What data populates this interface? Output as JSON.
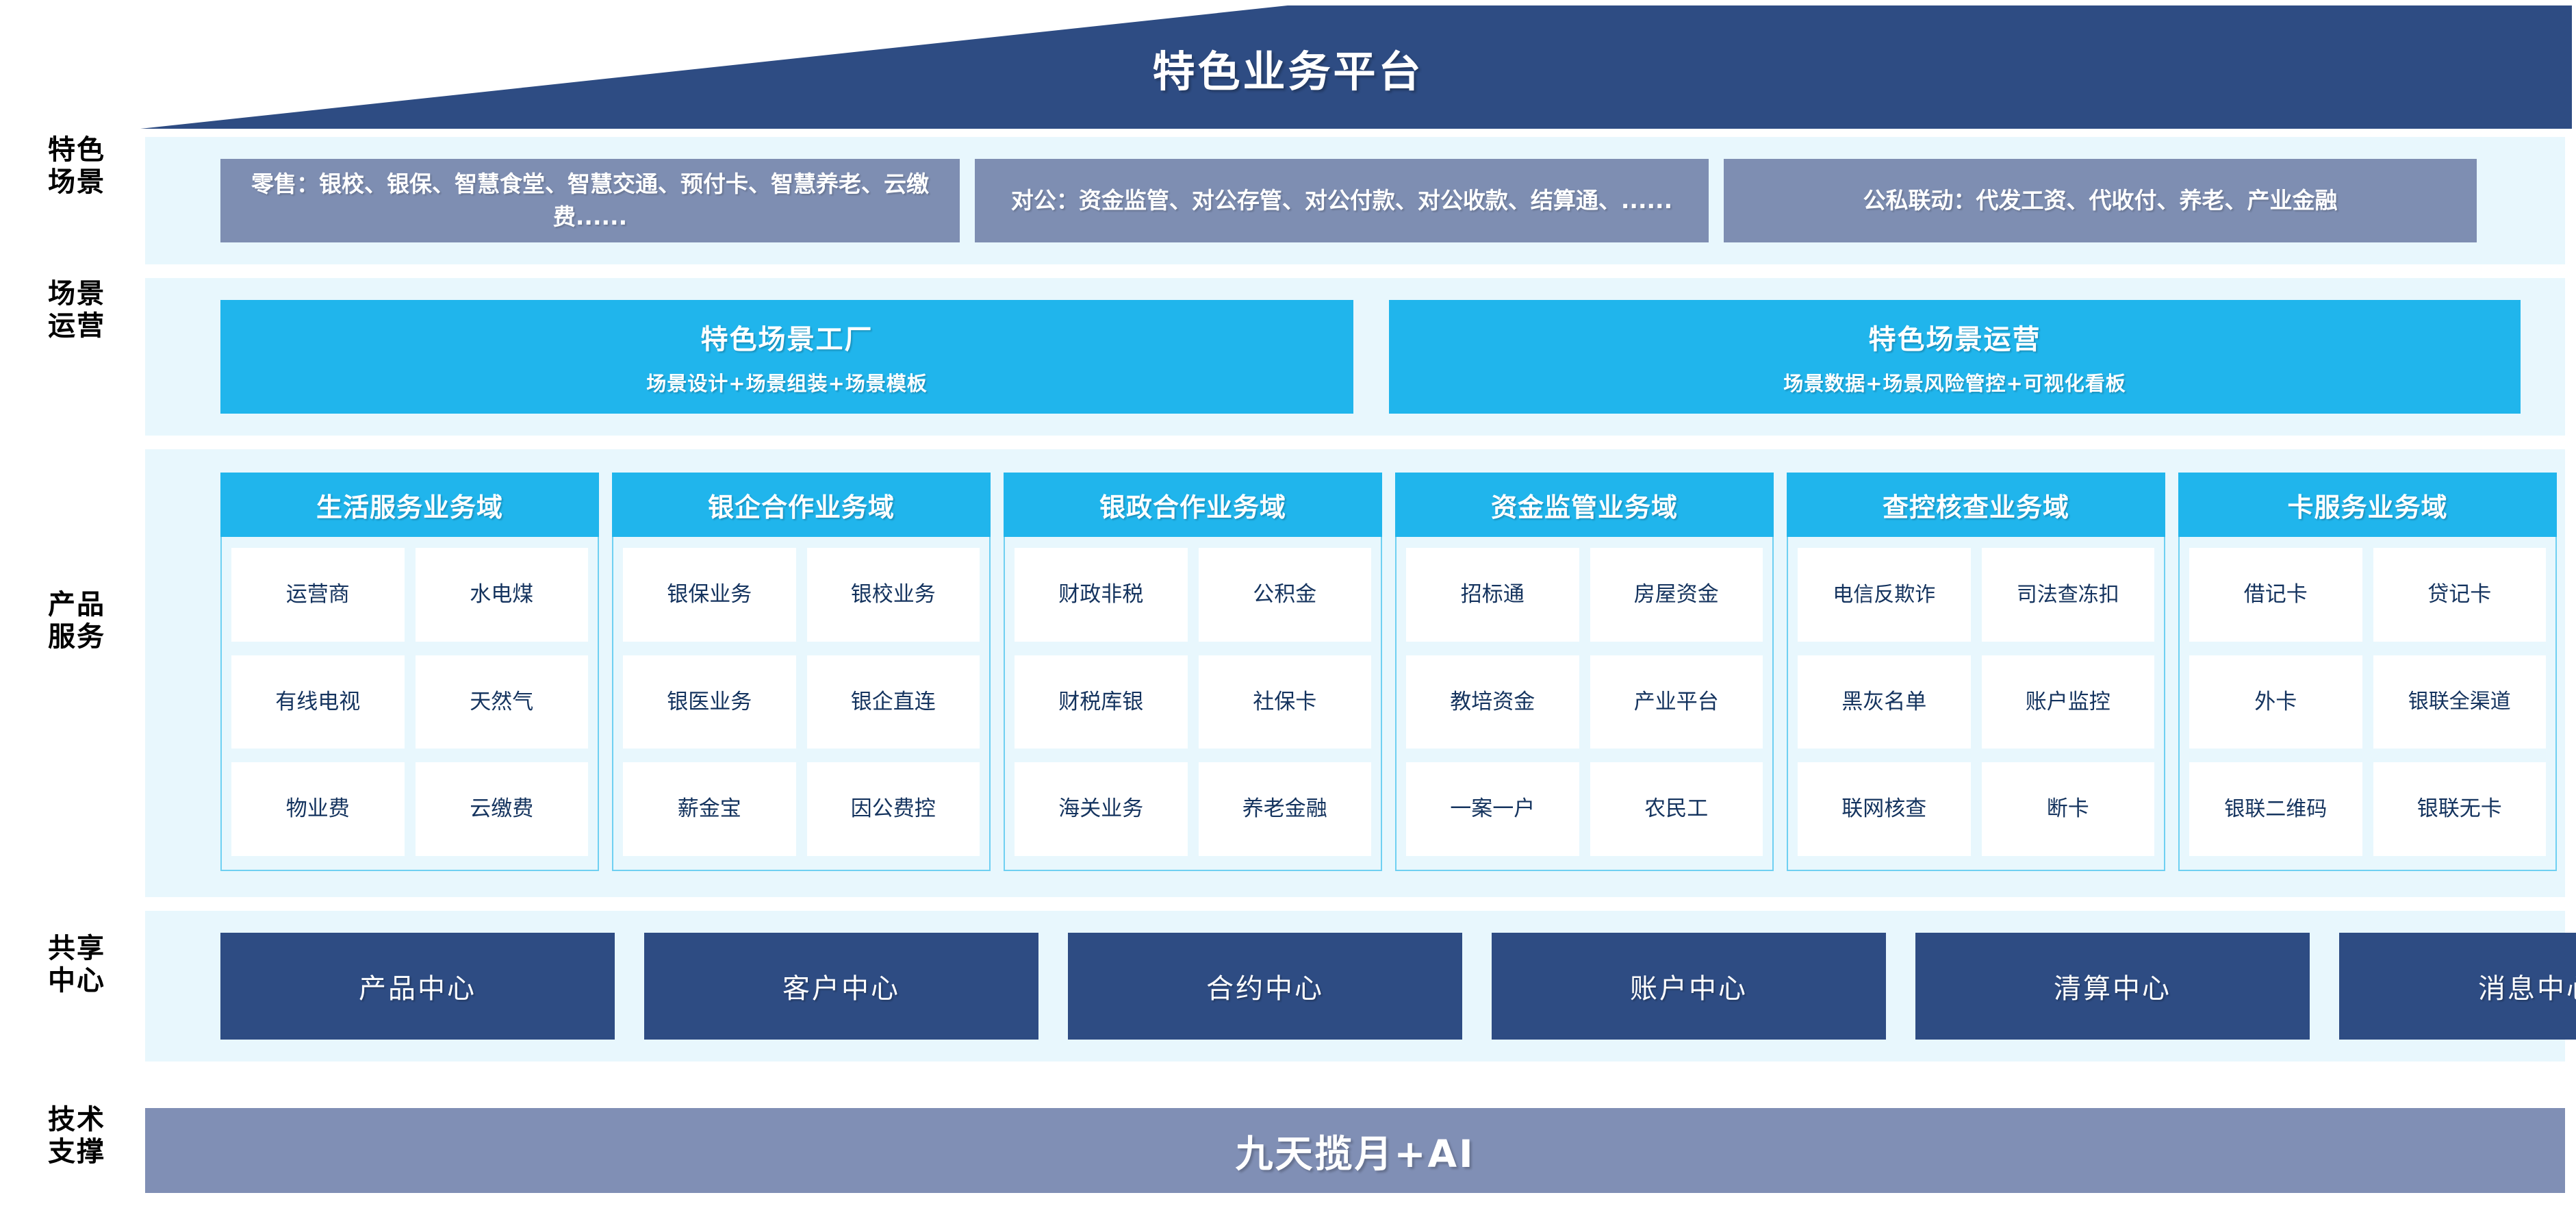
{
  "header": {
    "title": "特色业务平台"
  },
  "side_labels": [
    {
      "key": "scenarios",
      "line1": "特色",
      "line2": "场景"
    },
    {
      "key": "scenario-ops",
      "line1": "场景",
      "line2": "运营"
    },
    {
      "key": "product-service",
      "line1": "产品",
      "line2": "服务"
    },
    {
      "key": "shared-center",
      "line1": "共享",
      "line2": "中心"
    },
    {
      "key": "tech-support",
      "line1": "技术",
      "line2": "支撑"
    }
  ],
  "scenarios": [
    {
      "text": "零售：银校、银保、智慧食堂、智慧交通、预付卡、智慧养老、云缴费......"
    },
    {
      "text": "对公：资金监管、对公存管、对公付款、对公收款、结算通、......"
    },
    {
      "text": "公私联动：代发工资、代收付、养老、产业金融"
    }
  ],
  "scenario_ops": [
    {
      "title": "特色场景工厂",
      "subtitle": "场景设计+场景组装+场景模板"
    },
    {
      "title": "特色场景运营",
      "subtitle": "场景数据+场景风险管控+可视化看板"
    }
  ],
  "product_domains": [
    {
      "title": "生活服务业务域",
      "rows": [
        [
          "运营商",
          "水电煤"
        ],
        [
          "有线电视",
          "天然气"
        ],
        [
          "物业费",
          "云缴费"
        ]
      ]
    },
    {
      "title": "银企合作业务域",
      "rows": [
        [
          "银保业务",
          "银校业务"
        ],
        [
          "银医业务",
          "银企直连"
        ],
        [
          "薪金宝",
          "因公费控"
        ]
      ]
    },
    {
      "title": "银政合作业务域",
      "rows": [
        [
          "财政非税",
          "公积金"
        ],
        [
          "财税库银",
          "社保卡"
        ],
        [
          "海关业务",
          "养老金融"
        ]
      ]
    },
    {
      "title": "资金监管业务域",
      "rows": [
        [
          "招标通",
          "房屋资金"
        ],
        [
          "教培资金",
          "产业平台"
        ],
        [
          "一案一户",
          "农民工"
        ]
      ]
    },
    {
      "title": "查控核查业务域",
      "rows": [
        [
          "电信\n反欺诈",
          "司法\n查冻扣"
        ],
        [
          "黑灰名单",
          "账户监控"
        ],
        [
          "联网核查",
          "断卡"
        ]
      ]
    },
    {
      "title": "卡服务业务域",
      "rows": [
        [
          "借记卡",
          "贷记卡"
        ],
        [
          "外卡",
          "银联\n全渠道"
        ],
        [
          "银联\n二维码",
          "银联无卡"
        ]
      ]
    }
  ],
  "shared_centers": [
    "产品中心",
    "客户中心",
    "合约中心",
    "账户中心",
    "清算中心",
    "消息中心"
  ],
  "tech_support": {
    "label": "九天揽月+AI"
  },
  "colors": {
    "roof": "#2E4C83",
    "band": "#E8F7FD",
    "scenario_box": "#7E8EB2",
    "accent_cyan": "#20B5EC",
    "card_border": "#6FD0F2",
    "shared_center": "#2E4C83",
    "tech_bar": "#808FB5",
    "cell_text": "#14335E"
  }
}
